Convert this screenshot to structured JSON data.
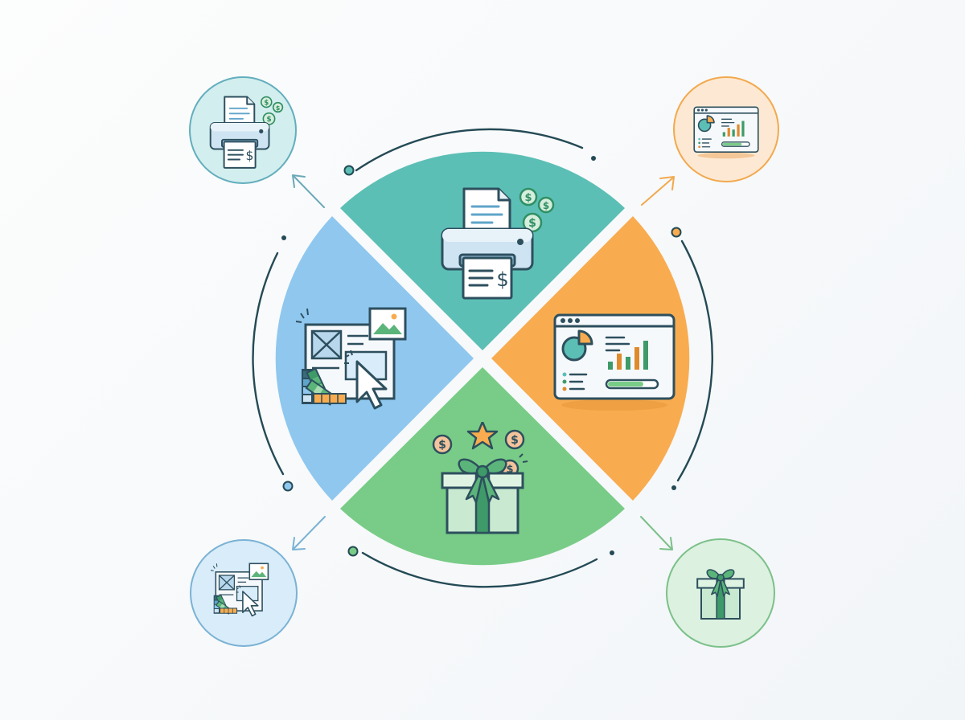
{
  "colors": {
    "outline": "#244a55",
    "teal_quadrant": "#5cbfb5",
    "orange_quadrant": "#f8ac4f",
    "green_quadrant": "#79cc87",
    "blue_quadrant": "#8fc7ee",
    "teal_badge_fill": "#d3eeee",
    "teal_badge_stroke": "#63aebd",
    "orange_badge_fill": "#fde9d3",
    "orange_badge_stroke": "#f2a94e",
    "blue_badge_fill": "#d9ecf9",
    "blue_badge_stroke": "#7ab2d4",
    "green_badge_fill": "#dcf1df",
    "green_badge_stroke": "#7cc08a",
    "arrow": "#74b7c0"
  },
  "quadrants": [
    {
      "id": "top",
      "icon": "printer-invoice-icon"
    },
    {
      "id": "right",
      "icon": "analytics-dashboard-icon"
    },
    {
      "id": "bottom",
      "icon": "gift-rewards-icon"
    },
    {
      "id": "left",
      "icon": "design-tools-icon"
    }
  ],
  "badges": [
    {
      "id": "top-left",
      "icon": "printer-invoice-icon"
    },
    {
      "id": "top-right",
      "icon": "analytics-dashboard-icon"
    },
    {
      "id": "bottom-left",
      "icon": "design-tools-icon"
    },
    {
      "id": "bottom-right",
      "icon": "gift-icon"
    }
  ]
}
